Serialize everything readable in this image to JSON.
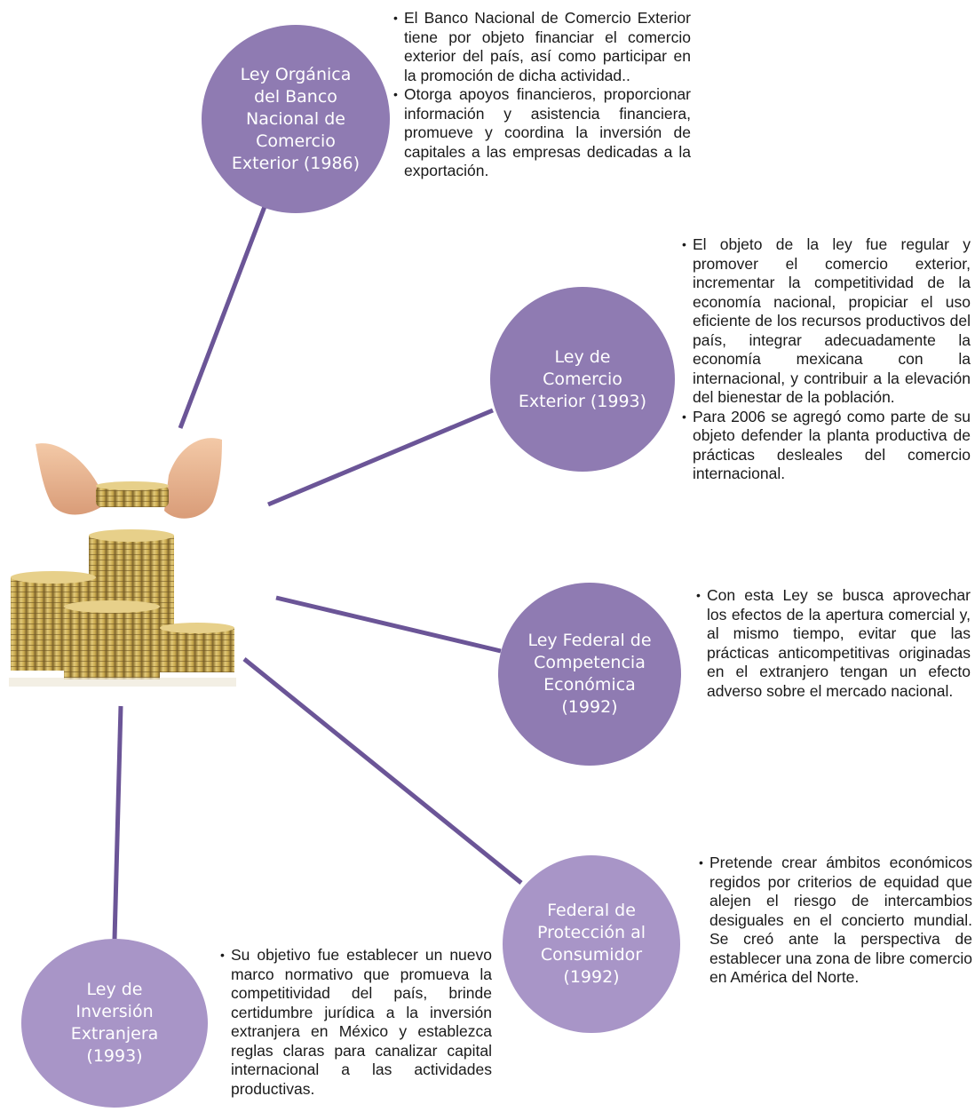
{
  "laws": [
    {
      "name": "Ley Orgánica\ndel Banco\nNacional de\nComercio\nExterior (1986)",
      "bullets": [
        "El Banco Nacional de Comercio Exterior tiene por objeto financiar el comercio exterior del país, así como participar en la promoción de dicha actividad..",
        "Otorga apoyos financieros, proporcionar información y asistencia financiera, promueve y coordina la inversión de capitales a las empresas dedicadas a la exportación."
      ]
    },
    {
      "name": "Ley de\nComercio\nExterior (1993)",
      "bullets": [
        "El objeto de la ley fue regular y promover el comercio exterior, incrementar la competitividad de la economía nacional, propiciar el uso eficiente de los recursos productivos del país, integrar adecuadamente la economía mexicana con la internacional, y contribuir a la elevación del bienestar de la población.",
        "Para 2006 se agregó como parte de su objeto defender la planta productiva de prácticas desleales del comercio internacional."
      ]
    },
    {
      "name": "Ley Federal de\nCompetencia\nEconómica\n(1992)",
      "bullets": [
        "Con esta Ley se busca aprovechar los efectos de la apertura comercial y, al mismo tiempo, evitar que las prácticas anticompetitivas originadas en el extranjero tengan un efecto adverso sobre el mercado nacional."
      ]
    },
    {
      "name": "Federal de\nProtección al\nConsumidor\n(1992)",
      "bullets": [
        "Pretende crear ámbitos económicos regidos por criterios de equidad que alejen el riesgo de intercambios desiguales en el concierto mundial. Se creó ante la perspectiva de establecer una zona de libre comercio en América del Norte."
      ]
    },
    {
      "name": "Ley de\nInversión\nExtranjera\n(1993)",
      "bullets": [
        "Su objetivo fue establecer un nuevo marco normativo que promueva la competitividad del país, brinde certidumbre jurídica a la inversión extranjera en México y establezca reglas claras para canalizar capital internacional a las actividades productivas."
      ]
    }
  ],
  "colors": {
    "circle": "#8f7bb2",
    "circle_light": "#a895c7",
    "connector": "#6b5597",
    "coin": "#c9a94e"
  },
  "icons": {
    "center": "coins-in-hand-icon"
  }
}
